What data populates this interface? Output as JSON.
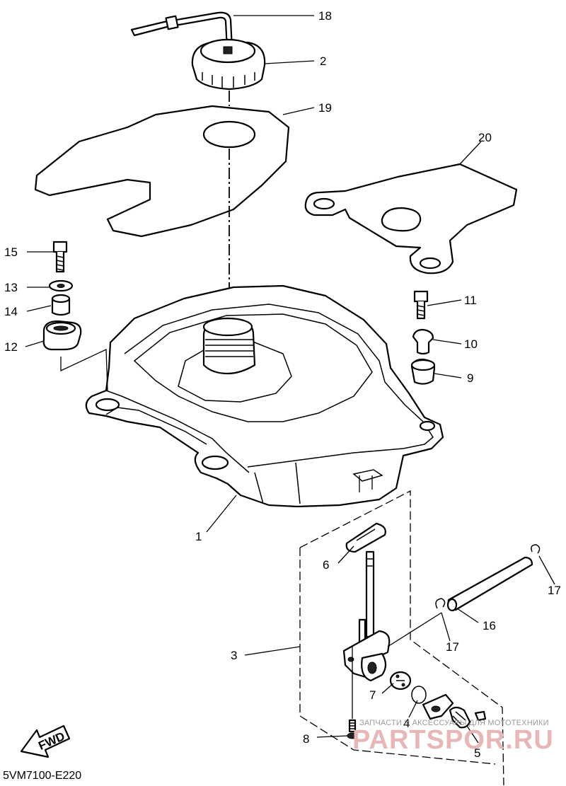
{
  "diagram": {
    "diagram_code": "5VM7100-E220",
    "fwd_label": "FWD",
    "callouts": {
      "c1": "1",
      "c2": "2",
      "c3": "3",
      "c4": "4",
      "c5": "5",
      "c6": "6",
      "c7": "7",
      "c8": "8",
      "c9": "9",
      "c10": "10",
      "c11": "11",
      "c12": "12",
      "c13": "13",
      "c14": "14",
      "c15": "15",
      "c16": "16",
      "c17a": "17",
      "c17b": "17",
      "c18": "18",
      "c19": "19",
      "c20": "20"
    }
  },
  "watermark": {
    "tagline": "ЗАПЧАСТИ И АКСЕССУАРЫ ДЛЯ МОТОТЕХНИКИ",
    "site": "PARTSPOR.RU"
  }
}
